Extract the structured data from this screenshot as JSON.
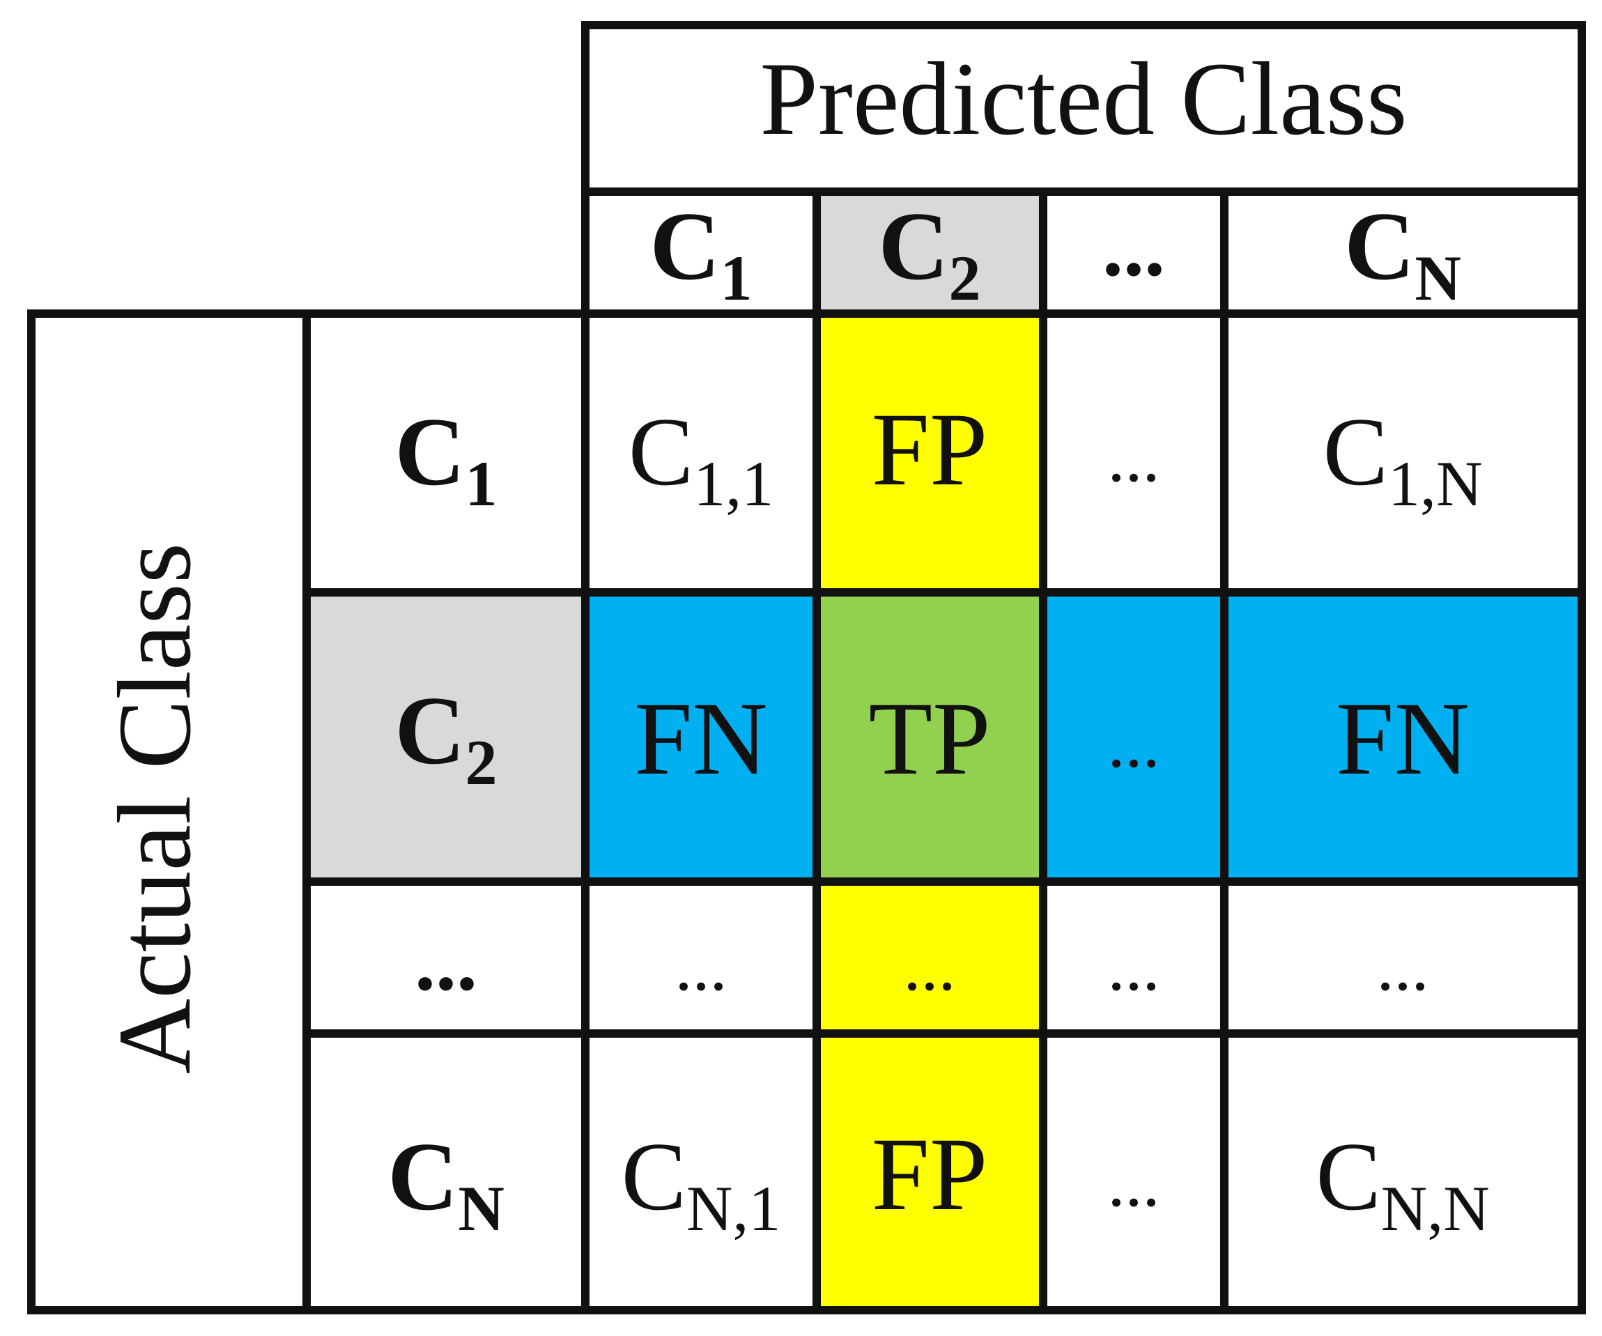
{
  "headers": {
    "predicted": "Predicted Class",
    "actual": "Actual Class"
  },
  "column_headers": [
    {
      "base": "C",
      "sub": "1"
    },
    {
      "base": "C",
      "sub": "2"
    },
    {
      "base": "...",
      "sub": ""
    },
    {
      "base": "C",
      "sub": "N"
    }
  ],
  "row_headers": [
    {
      "base": "C",
      "sub": "1"
    },
    {
      "base": "C",
      "sub": "2"
    },
    {
      "base": "...",
      "sub": ""
    },
    {
      "base": "C",
      "sub": "N"
    }
  ],
  "cells": [
    [
      {
        "base": "C",
        "sub": "1,1"
      },
      {
        "base": "FP",
        "sub": ""
      },
      {
        "base": "...",
        "sub": ""
      },
      {
        "base": "C",
        "sub": "1,N"
      }
    ],
    [
      {
        "base": "FN",
        "sub": ""
      },
      {
        "base": "TP",
        "sub": ""
      },
      {
        "base": "...",
        "sub": ""
      },
      {
        "base": "FN",
        "sub": ""
      }
    ],
    [
      {
        "base": "...",
        "sub": ""
      },
      {
        "base": "...",
        "sub": ""
      },
      {
        "base": "...",
        "sub": ""
      },
      {
        "base": "...",
        "sub": ""
      }
    ],
    [
      {
        "base": "C",
        "sub": "N,1"
      },
      {
        "base": "FP",
        "sub": ""
      },
      {
        "base": "...",
        "sub": ""
      },
      {
        "base": "C",
        "sub": "N,N"
      }
    ]
  ],
  "colors": {
    "fp_highlight": "#ffff00",
    "fn_highlight": "#00b0f0",
    "tp_highlight": "#92d050",
    "selected_header": "#d9d9d9",
    "border": "#111111",
    "background": "#ffffff"
  }
}
